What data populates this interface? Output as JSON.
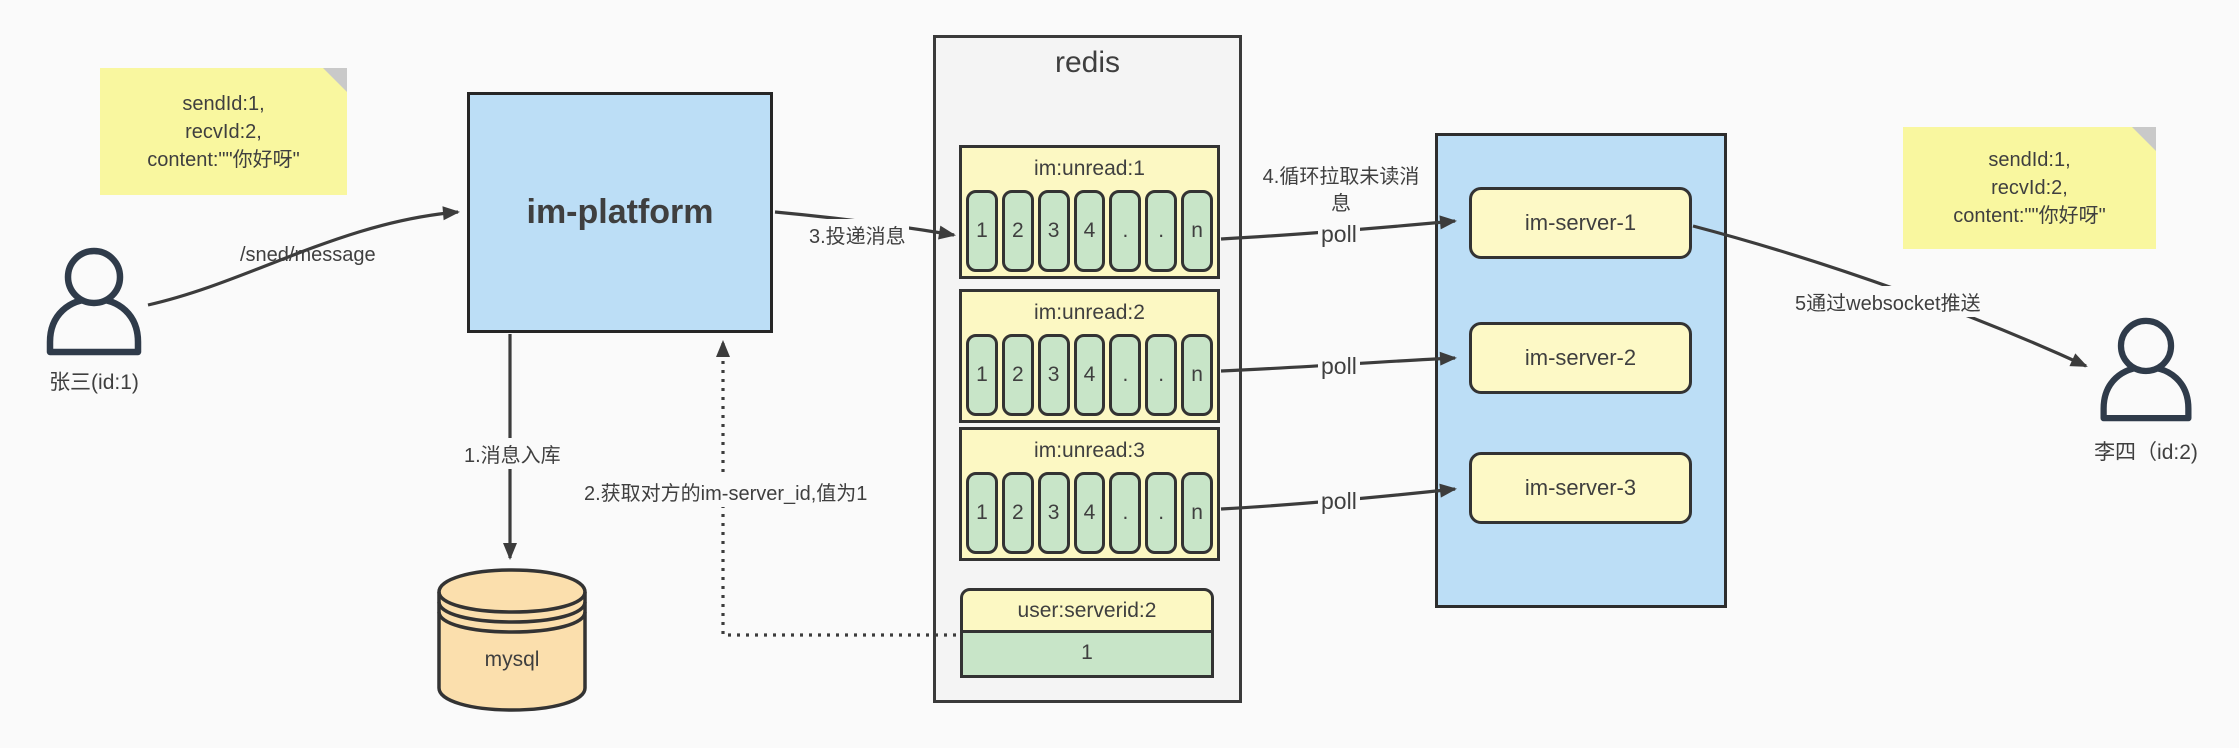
{
  "colors": {
    "canvas_bg": "#fafafa",
    "note_yellow": "#f9f79f",
    "note_fold_gray": "#c9c9c9",
    "box_blue": "#bcdef6",
    "box_yellow": "#fcf8c3",
    "cell_green": "#c8e5c8",
    "cylinder_orange": "#fbdfad",
    "container_gray": "#f4f4f4",
    "shape_border": "#333333",
    "arrow": "#3c3c3c",
    "text": "#3f3f3f"
  },
  "actors": {
    "sender": {
      "label": "张三(id:1)"
    },
    "receiver": {
      "label": "李四（id:2)"
    }
  },
  "notes": {
    "sender": {
      "line1": "sendId:1,",
      "line2": "recvId:2,",
      "line3": "content:\"\"你好呀\""
    },
    "receiver": {
      "line1": "sendId:1,",
      "line2": "recvId:2,",
      "line3": "content:\"\"你好呀\""
    }
  },
  "platform": {
    "label": "im-platform"
  },
  "database": {
    "label": "mysql"
  },
  "redis": {
    "title": "redis",
    "queues": [
      {
        "header": "im:unread:1",
        "cells": [
          "1",
          "2",
          "3",
          "4",
          ".",
          ".",
          "n"
        ]
      },
      {
        "header": "im:unread:2",
        "cells": [
          "1",
          "2",
          "3",
          "4",
          ".",
          ".",
          "n"
        ]
      },
      {
        "header": "im:unread:3",
        "cells": [
          "1",
          "2",
          "3",
          "4",
          ".",
          ".",
          "n"
        ]
      }
    ],
    "mapping": {
      "header": "user:serverid:2",
      "value": "1"
    }
  },
  "servers": [
    {
      "label": "im-server-1"
    },
    {
      "label": "im-server-2"
    },
    {
      "label": "im-server-3"
    }
  ],
  "edges": {
    "send_api": "/sned/message",
    "step1": "1.消息入库",
    "step2": "2.获取对方的im-server_id,值为1",
    "step3": "3.投递消息",
    "step4": "4.循环拉取未读消息",
    "poll": "poll",
    "step5": "5通过websocket推送"
  }
}
